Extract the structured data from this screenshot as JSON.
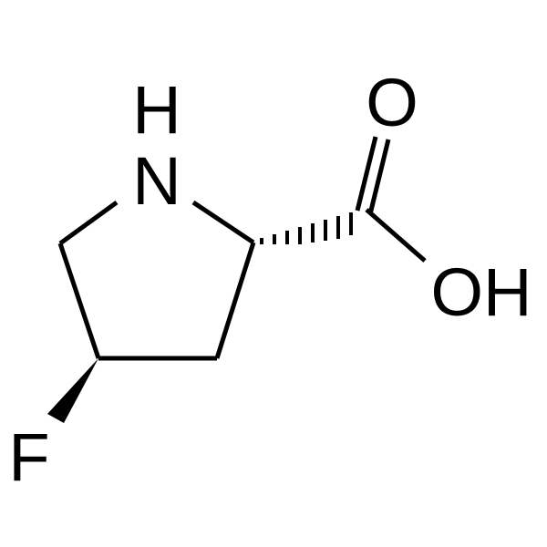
{
  "atoms": {
    "ring_n": "N",
    "ring_nh": "H",
    "carbonyl_o": "O",
    "hydroxyl": "OH",
    "fluorine": "F"
  },
  "colors": {
    "ink": "#000000",
    "background": "#ffffff"
  }
}
